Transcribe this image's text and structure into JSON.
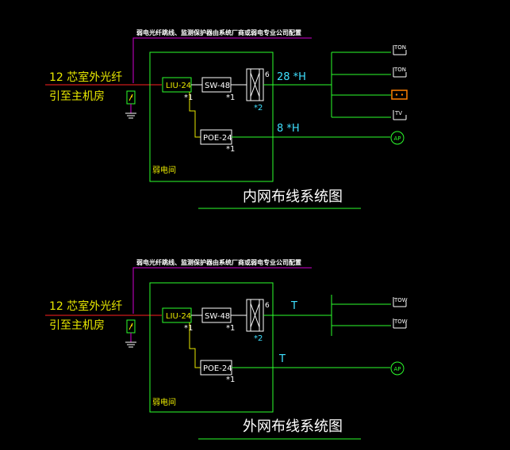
{
  "colors": {
    "background": "#000000",
    "green": "#2cff2c",
    "magenta": "#d000d0",
    "red": "#ff2020",
    "yellow": "#e8e800",
    "white": "#ffffff",
    "cyan": "#3fe0ff",
    "orange": "#ff8000"
  },
  "internal": {
    "title": "内网布线系统图",
    "note": "弱电光纤跳线、监测保护器由系统厂商或弱电专业公司配置",
    "fiber_line1": "12 芯室外光纤",
    "fiber_line2": "引至主机房",
    "cabinet_label": "弱电间",
    "liu_label": "LIU-24",
    "sw_label": "SW-48",
    "poe_label": "POE-24",
    "qty_liu": "*1",
    "qty_sw": "*1",
    "qty_poe": "*1",
    "qty_patch": "*2",
    "patch_ports": "6",
    "cable_upper": "28 *H",
    "cable_lower": "8 *H",
    "outlets": [
      "TON",
      "TON",
      "TV"
    ],
    "ap_label": "AP"
  },
  "external": {
    "title": "外网布线系统图",
    "note": "弱电光纤跳线、监测保护器由系统厂商或弱电专业公司配置",
    "fiber_line1": "12 芯室外光纤",
    "fiber_line2": "引至主机房",
    "cabinet_label": "弱电间",
    "liu_label": "LIU-24",
    "sw_label": "SW-48",
    "poe_label": "POE-24",
    "qty_liu": "*1",
    "qty_sw": "*1",
    "qty_poe": "*1",
    "qty_patch": "*2",
    "patch_ports": "6",
    "cable_upper": "T",
    "cable_lower": "T",
    "outlets": [
      "TOW",
      "TOW"
    ],
    "ap_label": "AP"
  }
}
